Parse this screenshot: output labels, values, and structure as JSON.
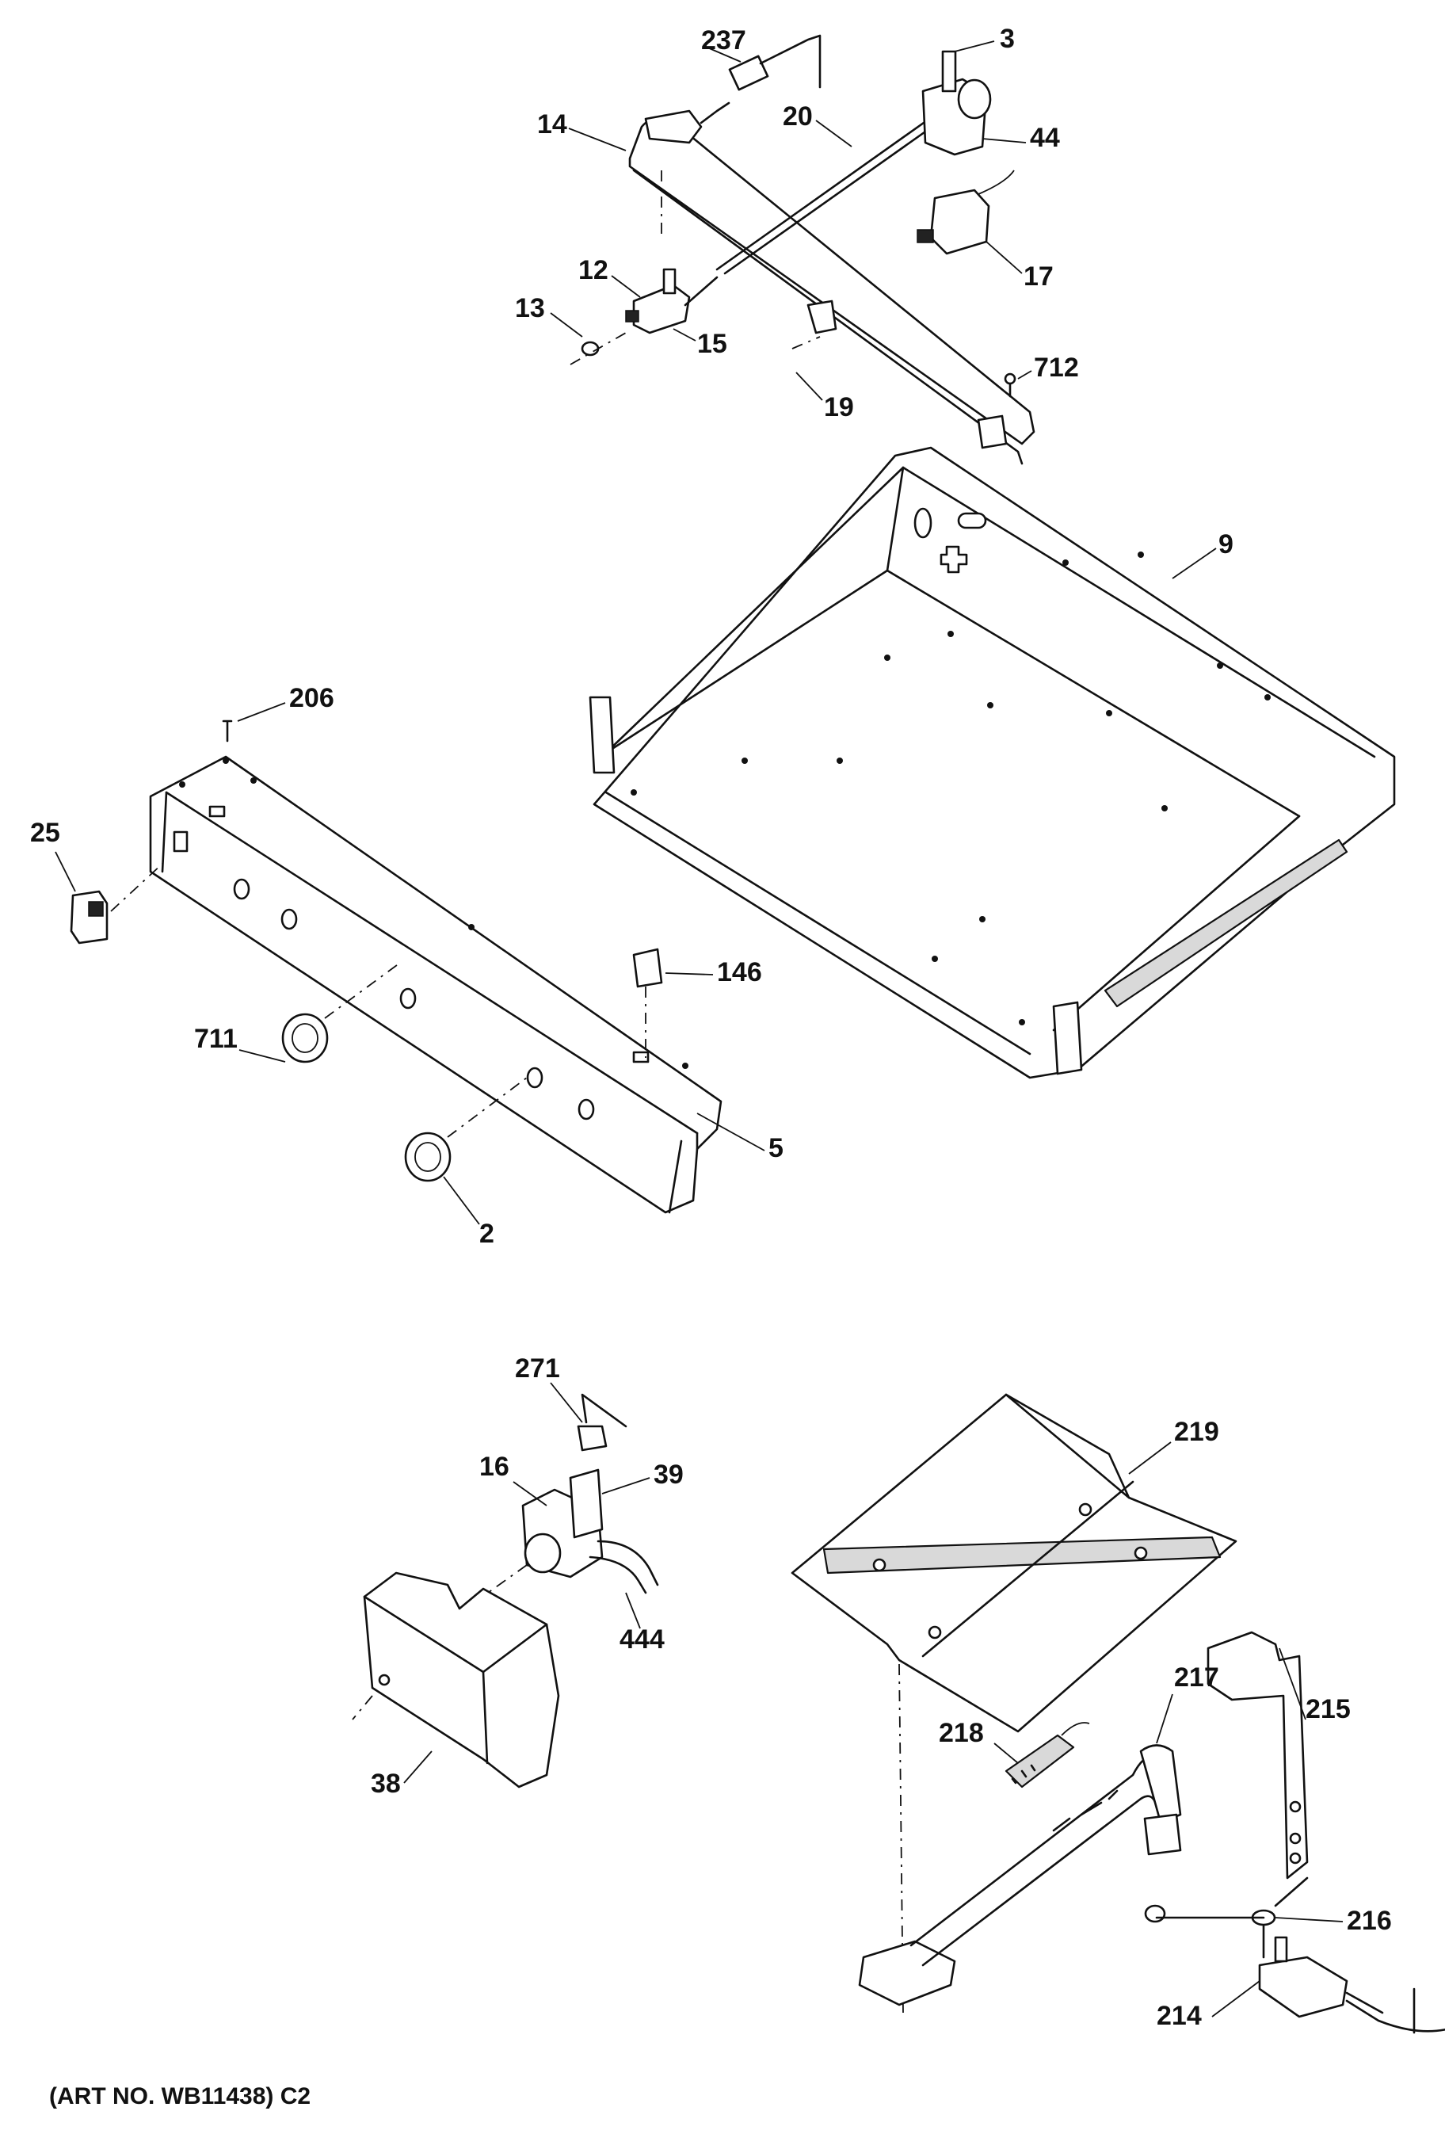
{
  "diagram": {
    "caption": "(ART NO. WB11438) C2",
    "callouts": [
      {
        "id": "237",
        "text": "237"
      },
      {
        "id": "3",
        "text": "3"
      },
      {
        "id": "14",
        "text": "14"
      },
      {
        "id": "20",
        "text": "20"
      },
      {
        "id": "44",
        "text": "44"
      },
      {
        "id": "17",
        "text": "17"
      },
      {
        "id": "12",
        "text": "12"
      },
      {
        "id": "13",
        "text": "13"
      },
      {
        "id": "15",
        "text": "15"
      },
      {
        "id": "712",
        "text": "712"
      },
      {
        "id": "19",
        "text": "19"
      },
      {
        "id": "9",
        "text": "9"
      },
      {
        "id": "206",
        "text": "206"
      },
      {
        "id": "25",
        "text": "25"
      },
      {
        "id": "146",
        "text": "146"
      },
      {
        "id": "711",
        "text": "711"
      },
      {
        "id": "5",
        "text": "5"
      },
      {
        "id": "2",
        "text": "2"
      },
      {
        "id": "271",
        "text": "271"
      },
      {
        "id": "16",
        "text": "16"
      },
      {
        "id": "39",
        "text": "39"
      },
      {
        "id": "444",
        "text": "444"
      },
      {
        "id": "38",
        "text": "38"
      },
      {
        "id": "219",
        "text": "219"
      },
      {
        "id": "217",
        "text": "217"
      },
      {
        "id": "215",
        "text": "215"
      },
      {
        "id": "218",
        "text": "218"
      },
      {
        "id": "216",
        "text": "216"
      },
      {
        "id": "214",
        "text": "214"
      }
    ]
  }
}
